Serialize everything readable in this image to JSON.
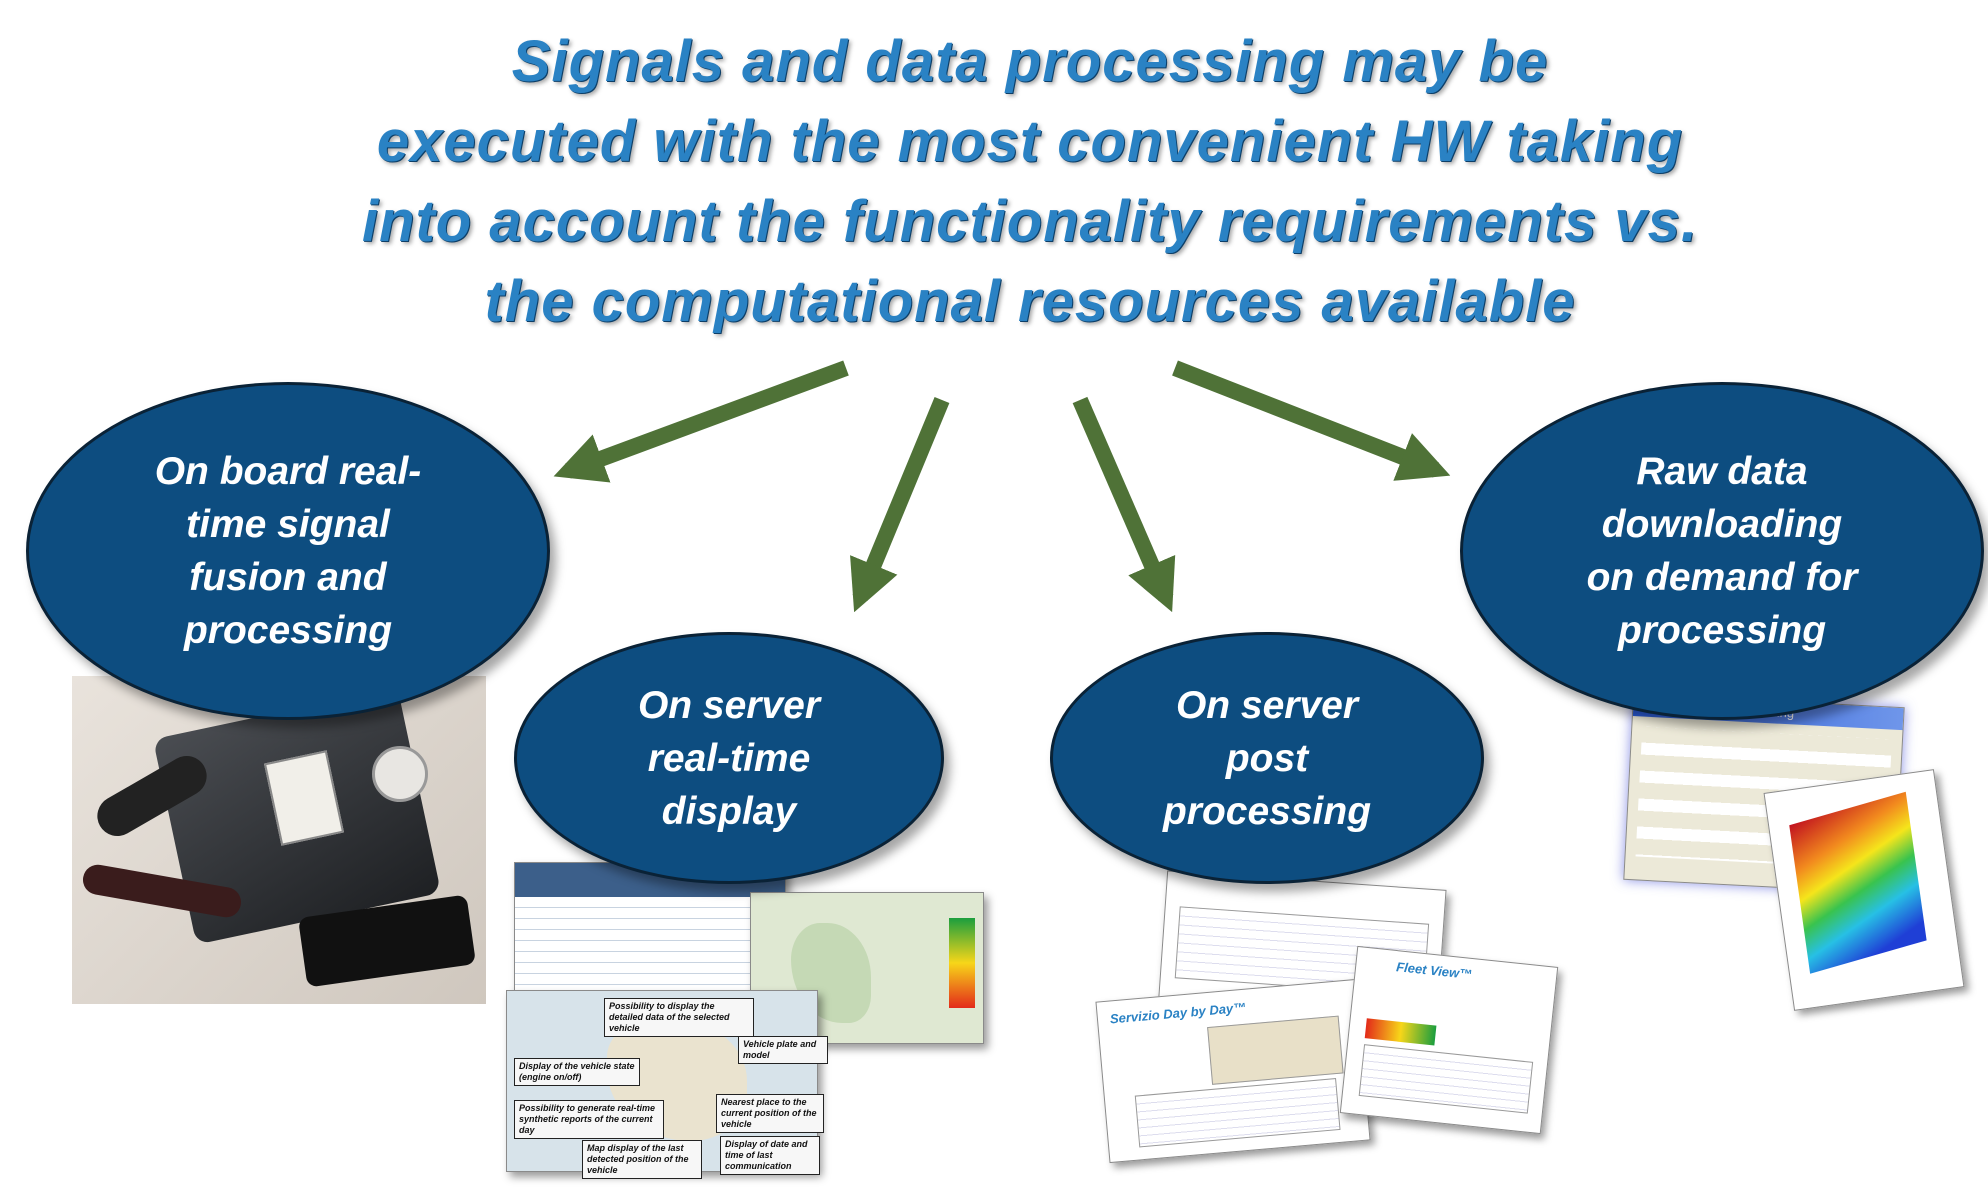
{
  "title": {
    "lines": [
      "Signals and data processing may be",
      "executed with the most convenient HW taking",
      "into account the functionality requirements vs.",
      "the computational resources available"
    ]
  },
  "nodes": {
    "onboard": {
      "lines": [
        "On board real-",
        "time signal",
        "fusion and",
        "processing"
      ]
    },
    "server_display": {
      "lines": [
        "On server",
        "real-time",
        "display"
      ]
    },
    "server_post": {
      "lines": [
        "On server",
        "post",
        "processing"
      ]
    },
    "raw_data": {
      "lines": [
        "Raw data",
        "downloading",
        "on demand for",
        "processing"
      ]
    }
  },
  "map_notes": [
    "Possibility to display the detailed data of the selected vehicle",
    "Vehicle plate and model",
    "Display of the vehicle state (engine on/off)",
    "Nearest place to the current position of the vehicle",
    "Possibility to generate real-time synthetic reports of the current day",
    "Map display of the last detected position of the vehicle",
    "Display of date and time of last communication"
  ],
  "report_titles": [
    "Servizio Day by Day™",
    "Fleet View™"
  ],
  "gui_title": "GUI - Training",
  "colors": {
    "title": "#2a82c4",
    "ellipse_fill": "#0d4d80",
    "arrow": "#4f7237"
  }
}
